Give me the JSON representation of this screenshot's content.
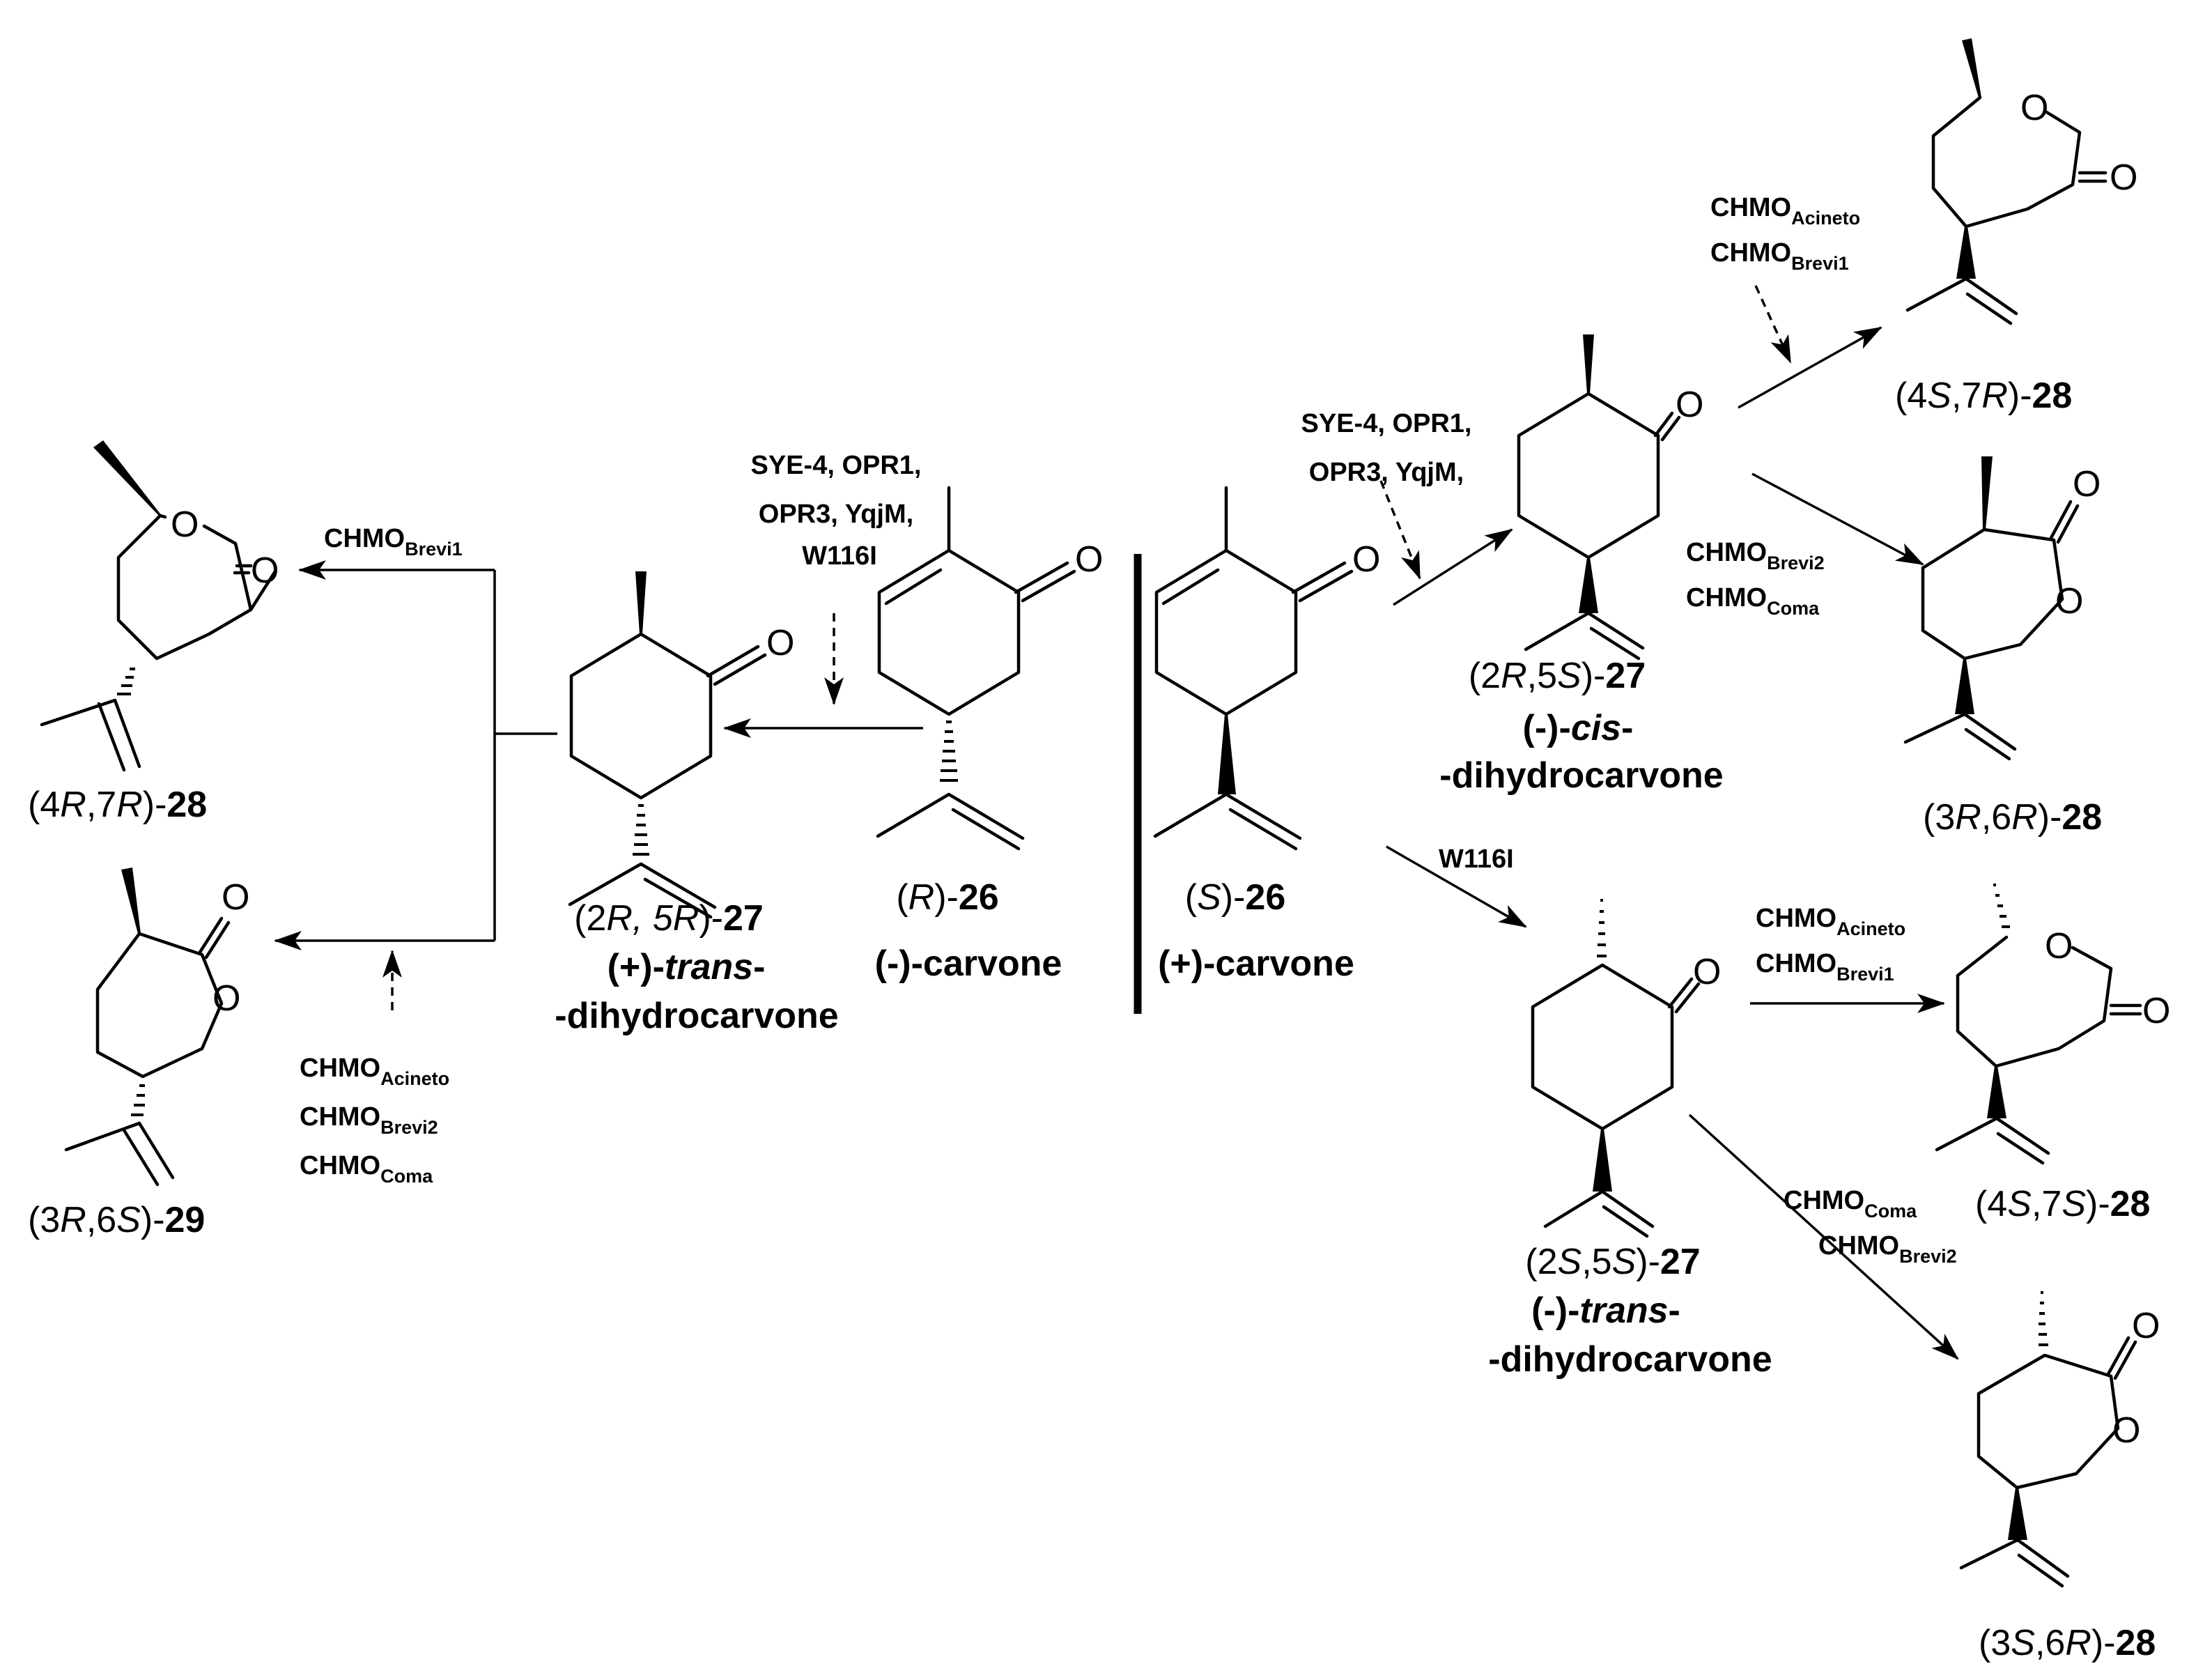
{
  "atoms": {
    "oxygen": "O"
  },
  "compounds": {
    "r26": {
      "config": "R",
      "number": "26",
      "name": "(-)-carvone"
    },
    "s26": {
      "config": "S",
      "number": "26",
      "name": "(+)-carvone"
    },
    "t27_2R5R": {
      "c1": "2",
      "config_a": "R",
      "sep": ", 5",
      "config_b": "R",
      "number": "27",
      "name_pre": "(+)-",
      "name_it": "trans",
      "name_post": "-",
      "name_line2": "-dihydrocarvone"
    },
    "cis27": {
      "c1": "2",
      "config_a": "R",
      "sep": ",5",
      "config_b": "S",
      "number": "27",
      "name_pre": "(-)-",
      "name_it": "cis",
      "name_post": "-",
      "name_line2": "-dihydrocarvone"
    },
    "t27_2S5S": {
      "c1": "2",
      "config_a": "S",
      "sep": ",5",
      "config_b": "S",
      "number": "27",
      "name_pre": "(-)-",
      "name_it": "trans",
      "name_post": "-",
      "name_line2": "-dihydrocarvone"
    },
    "p4R7R": {
      "c1": "4",
      "config_a": "R",
      "sep": ",7",
      "config_b": "R",
      "number": "28"
    },
    "p3R6S": {
      "c1": "3",
      "config_a": "R",
      "sep": ",6",
      "config_b": "S",
      "number": "29"
    },
    "p4S7R": {
      "c1": "4",
      "config_a": "S",
      "sep": ",7",
      "config_b": "R",
      "number": "28"
    },
    "p3R6R": {
      "c1": "3",
      "config_a": "R",
      "sep": ",6",
      "config_b": "R",
      "number": "28"
    },
    "p4S7S": {
      "c1": "4",
      "config_a": "S",
      "sep": ",7",
      "config_b": "S",
      "number": "28"
    },
    "p3S6R": {
      "c1": "3",
      "config_a": "S",
      "sep": ",6",
      "config_b": "R",
      "number": "28"
    }
  },
  "reagents": {
    "left_ere": [
      "SYE-4, OPR1,",
      "OPR3, YqjM,",
      "W116I"
    ],
    "right_ere": [
      "SYE-4, OPR1,",
      "OPR3, YqjM,"
    ],
    "w116i": "W116I",
    "chmo": "CHMO",
    "sub_brevi1": "Brevi1",
    "sub_brevi2": "Brevi2",
    "sub_acineto": "Acineto",
    "sub_coma": "Coma"
  }
}
